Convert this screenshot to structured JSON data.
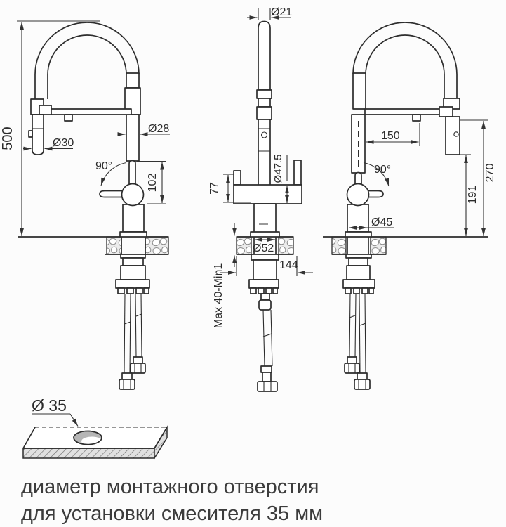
{
  "caption": {
    "line1": "диаметр монтажного отверстия",
    "line2": "для установки смесителя 35 мм"
  },
  "labels": {
    "total_height": "500",
    "spray_head_diameter": "Ø30",
    "column_diameter": "Ø28",
    "handle_angle_left": "90°",
    "upper_body_height": "102",
    "spout_tip_diameter": "Ø21",
    "body_block_height": "77",
    "body_diameter": "Ø47.5",
    "shank_diameter": "Ø52",
    "base_width": "144",
    "mount_thickness": "Max 40-Min1",
    "spout_reach": "150",
    "handle_angle_right": "90°",
    "base_diameter": "Ø45",
    "spray_bottom_height": "191",
    "outlet_height": "270",
    "mount_hole_diameter": "Ø 35"
  },
  "colors": {
    "line": "#2d2d2d",
    "text": "#2b2b2b",
    "caption_text": "#3c3c3c",
    "hatch_fill": "#e0e0e0",
    "stone_fill": "#ececec",
    "hole_fill": "#b5b5b5",
    "background": "#fcfcfc"
  }
}
